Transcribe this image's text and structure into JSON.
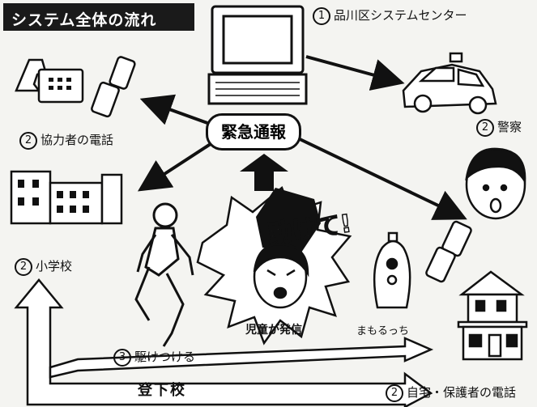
{
  "title": "システム全体の流れ",
  "hub": "緊急通報",
  "nodes": {
    "center": {
      "num": "1",
      "label": "品川区システムセンター"
    },
    "police": {
      "num": "2",
      "label": "警察"
    },
    "helpers": {
      "num": "2",
      "label": "協力者の電話"
    },
    "school": {
      "num": "2",
      "label": "小学校"
    },
    "home": {
      "num": "2",
      "label": "自宅・保護者の電話"
    },
    "rush": {
      "num": "3",
      "label": "駆けつける"
    }
  },
  "child": {
    "shout": "助けて!",
    "sending": "児童が発信"
  },
  "device": "まもるっち",
  "route": "登下校",
  "colors": {
    "ink": "#111111",
    "paper": "#f4f4f1",
    "title_bg": "#1a1a1a"
  }
}
